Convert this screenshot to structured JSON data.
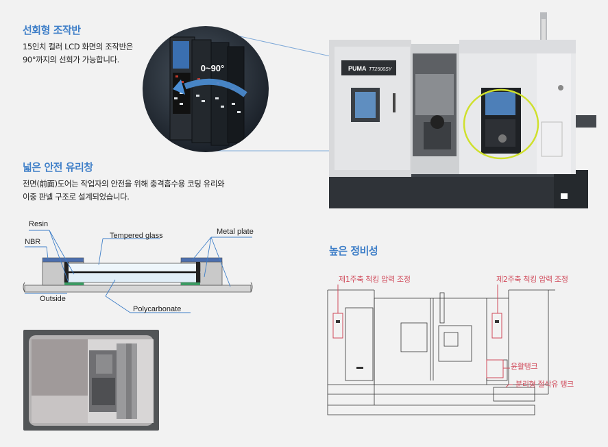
{
  "sections": {
    "panel": {
      "title": "선회형 조작반",
      "line1": "15인치 컬러 LCD 화면의 조작반은",
      "line2": "90°까지의 선회가 가능합니다."
    },
    "glass": {
      "title": "넓은 안전 유리창",
      "line1": "전면(前面)도어는 작업자의 안전을 위해 충격흡수용 코팅 유리와",
      "line2": "이중 판넬 구조로 설계되었습니다."
    },
    "maint": {
      "title": "높은 정비성"
    }
  },
  "circle": {
    "rotation": "0~90°"
  },
  "machine": {
    "logo": "PUMA",
    "model": "TT2500SY"
  },
  "glass_diagram": {
    "resin": "Resin",
    "nbr": "NBR",
    "tempered": "Tempered glass",
    "metal": "Metal plate",
    "outside": "Outside",
    "polycarbonate": "Polycarbonate"
  },
  "maint_diagram": {
    "chuck1": "제1주축 척킹 압력 조정",
    "chuck2": "제2주축 척킹 압력 조정",
    "lube": "윤활탱크",
    "coolant": "분리형 절삭유 탱크"
  },
  "colors": {
    "accent": "#3f7fc8",
    "callout": "#d04a5a",
    "ring": "#cfe02c"
  }
}
